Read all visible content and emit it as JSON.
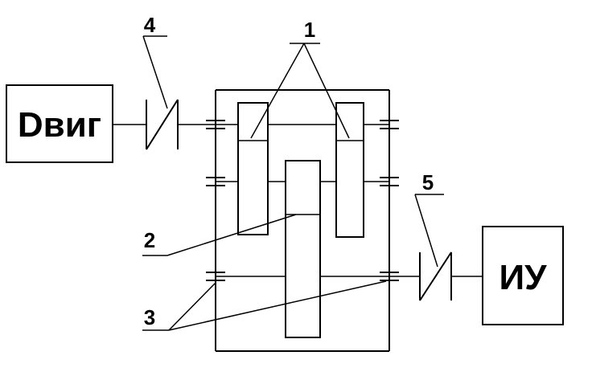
{
  "blocks": {
    "motor": "Dвиг",
    "actuator": "ИУ"
  },
  "callouts": {
    "gears_top": "1",
    "gear_middle": "2",
    "bearings": "3",
    "input_coupling": "4",
    "output_coupling": "5"
  },
  "colors": {
    "stroke": "#000000",
    "background": "#ffffff"
  }
}
